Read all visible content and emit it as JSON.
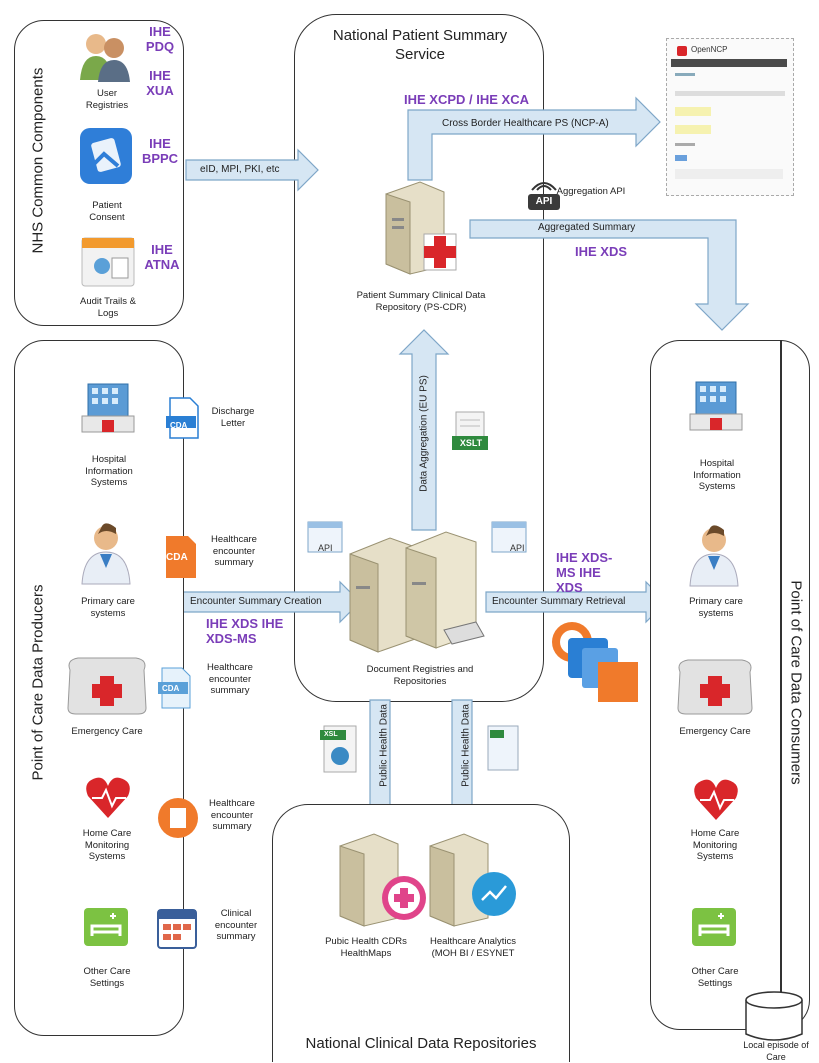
{
  "nhs": {
    "title": "NHS Common Components",
    "user_registries": "User Registries",
    "patient_consent": "Patient Consent",
    "audit": "Audit Trails & Logs",
    "ihe_pdq": "IHE PDQ",
    "ihe_xua": "IHE XUA",
    "ihe_bppc": "IHE BPPC",
    "ihe_atna": "IHE ATNA"
  },
  "arrows": {
    "eid": "eID, MPI, PKI, etc",
    "cross_border": "Cross Border Healthcare PS (NCP-A)",
    "aggregated_summary": "Aggregated Summary",
    "data_aggregation": "Data Aggregation (EU PS)",
    "encounter_creation": "Encounter Summary Creation",
    "encounter_retrieval": "Encounter Summary Retrieval",
    "public_health_1": "Public Health Data",
    "public_health_2": "Public Health Data"
  },
  "npss": {
    "title": "National Patient Summary Service",
    "ihe_xcpd": "IHE XCPD / IHE XCA",
    "aggregation_api": "Aggregation API",
    "api_badge": "API",
    "ihe_xds": "IHE XDS",
    "ps_cdr": "Patient Summary Clinical Data Repository (PS-CDR)",
    "doc_reg": "Document Registries and Repositories",
    "xslt": "XSLT",
    "api_small": "API",
    "ihe_xds_ms_right": "IHE XDS-MS IHE XDS",
    "ihe_xds_left": "IHE XDS IHE XDS-MS"
  },
  "opencp": {
    "title": "OpenNCP"
  },
  "producers": {
    "title": "Point of Care Data Producers",
    "hospital": "Hospital Information Systems",
    "primary": "Primary care systems",
    "emergency": "Emergency Care",
    "home": "Home Care Monitoring Systems",
    "other": "Other Care Settings",
    "discharge": "Discharge Letter",
    "enc1": "Healthcare encounter summary",
    "enc2": "Healthcare encounter summary",
    "enc3": "Healthcare encounter summary",
    "clinical": "Clinical encounter summary",
    "cda": "CDA"
  },
  "consumers": {
    "title": "Point of Care Data Consumers",
    "hospital": "Hospital Information Systems",
    "primary": "Primary care systems",
    "emergency": "Emergency Care",
    "home": "Home Care Monitoring Systems",
    "other": "Other Care Settings",
    "local": "Local episode of Care"
  },
  "ncdr": {
    "title": "National Clinical Data Repositories",
    "public_health": "Pubic Health CDRs HealthMaps",
    "analytics": "Healthcare Analytics (MOH BI / ESYNET",
    "xsl": "XSL"
  },
  "colors": {
    "ihe": "#7a3db8",
    "arrow": "#d6e6f3",
    "arrow_stroke": "#7ea6c8",
    "cda_blue": "#2a7fd4",
    "cda_orange": "#f07a2b",
    "red": "#d9262a"
  }
}
